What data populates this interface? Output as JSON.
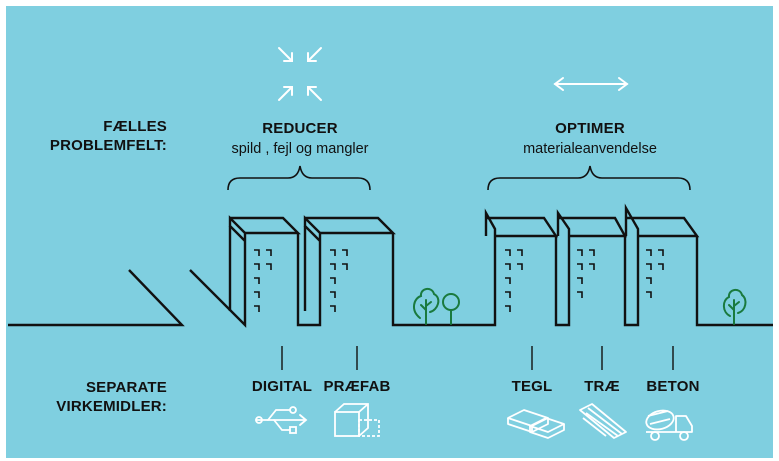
{
  "colors": {
    "background": "#7fcfe0",
    "line": "#111111",
    "icon_white": "#ffffff",
    "tree_green": "#1a7a3e"
  },
  "left_labels": {
    "shared_line1": "FÆLLES",
    "shared_line2": "PROBLEMFELT:",
    "separate_line1": "SEPARATE",
    "separate_line2": "VIRKEMIDLER:"
  },
  "reduce": {
    "icon": "compress-arrows-icon",
    "title": "REDUCER",
    "subtitle": "spild , fejl og mangler"
  },
  "optimize": {
    "icon": "double-arrow-icon",
    "title": "OPTIMER",
    "subtitle": "materialeanvendelse"
  },
  "instruments": [
    {
      "label": "DIGITAL",
      "icon": "usb-icon"
    },
    {
      "label": "PRÆFAB",
      "icon": "prefab-cube-icon"
    },
    {
      "label": "TEGL",
      "icon": "bricks-icon"
    },
    {
      "label": "TRÆ",
      "icon": "timber-icon"
    },
    {
      "label": "BETON",
      "icon": "concrete-mixer-icon"
    }
  ]
}
